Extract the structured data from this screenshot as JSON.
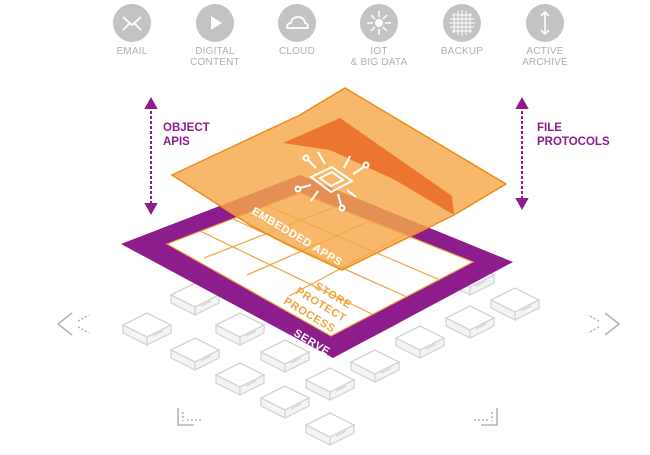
{
  "colors": {
    "icon_gray": "#c3c3c6",
    "label_gray": "#aeb0b3",
    "purple": "#8d1d8d",
    "orange": "#f7a84a",
    "orange_dark": "#e8601c",
    "orange_line": "#f2a23c",
    "node_gray": "#d4d4d6"
  },
  "top_icons": [
    {
      "label": "EMAIL",
      "icon": "email-icon"
    },
    {
      "label": "DIGITAL\nCONTENT",
      "icon": "play-icon"
    },
    {
      "label": "CLOUD",
      "icon": "cloud-icon"
    },
    {
      "label": "IOT\n& BIG DATA",
      "icon": "iot-icon"
    },
    {
      "label": "BACKUP",
      "icon": "backup-icon"
    },
    {
      "label": "ACTIVE\nARCHIVE",
      "icon": "archive-icon"
    }
  ],
  "left_label": "OBJECT\nAPIS",
  "right_label": "FILE\nPROTOCOLS",
  "layers": {
    "embedded": "EMBEDDED APPS",
    "store": "STORE",
    "protect": "PROTECT",
    "process": "PROCESS",
    "serve": "SERVE"
  }
}
